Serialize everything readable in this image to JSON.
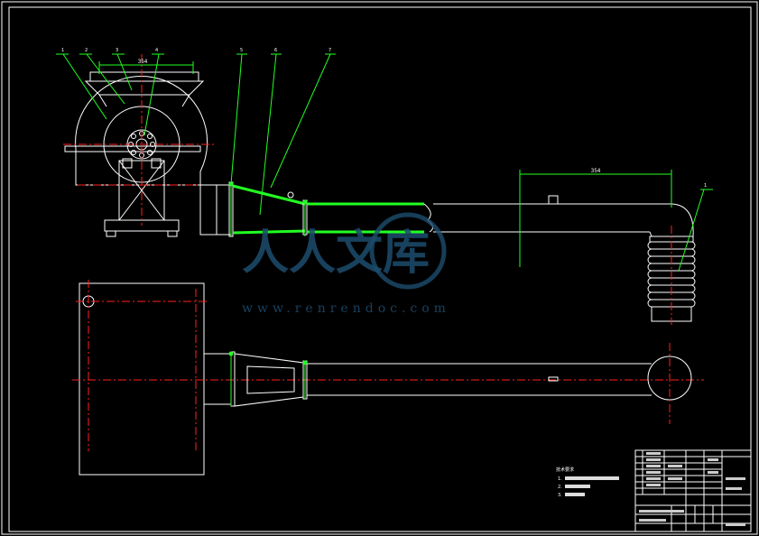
{
  "drawing": {
    "dimension_labels": [
      "354",
      "354"
    ],
    "balloon_numbers": [
      "1",
      "2",
      "3",
      "4",
      "5",
      "6",
      "7",
      "1"
    ],
    "tech_requirements": {
      "heading": "技术要求",
      "items": [
        "1. ",
        "2. ",
        "3. "
      ]
    },
    "title_block": {
      "rows": 8
    }
  },
  "watermark": {
    "text": "人人文库",
    "url": "www.renrendoc.com"
  },
  "colors": {
    "background": "#000000",
    "outline": "#ffffff",
    "centerline": "#ff2020",
    "leader": "#22ff22",
    "watermark": "#1d4d6e"
  }
}
